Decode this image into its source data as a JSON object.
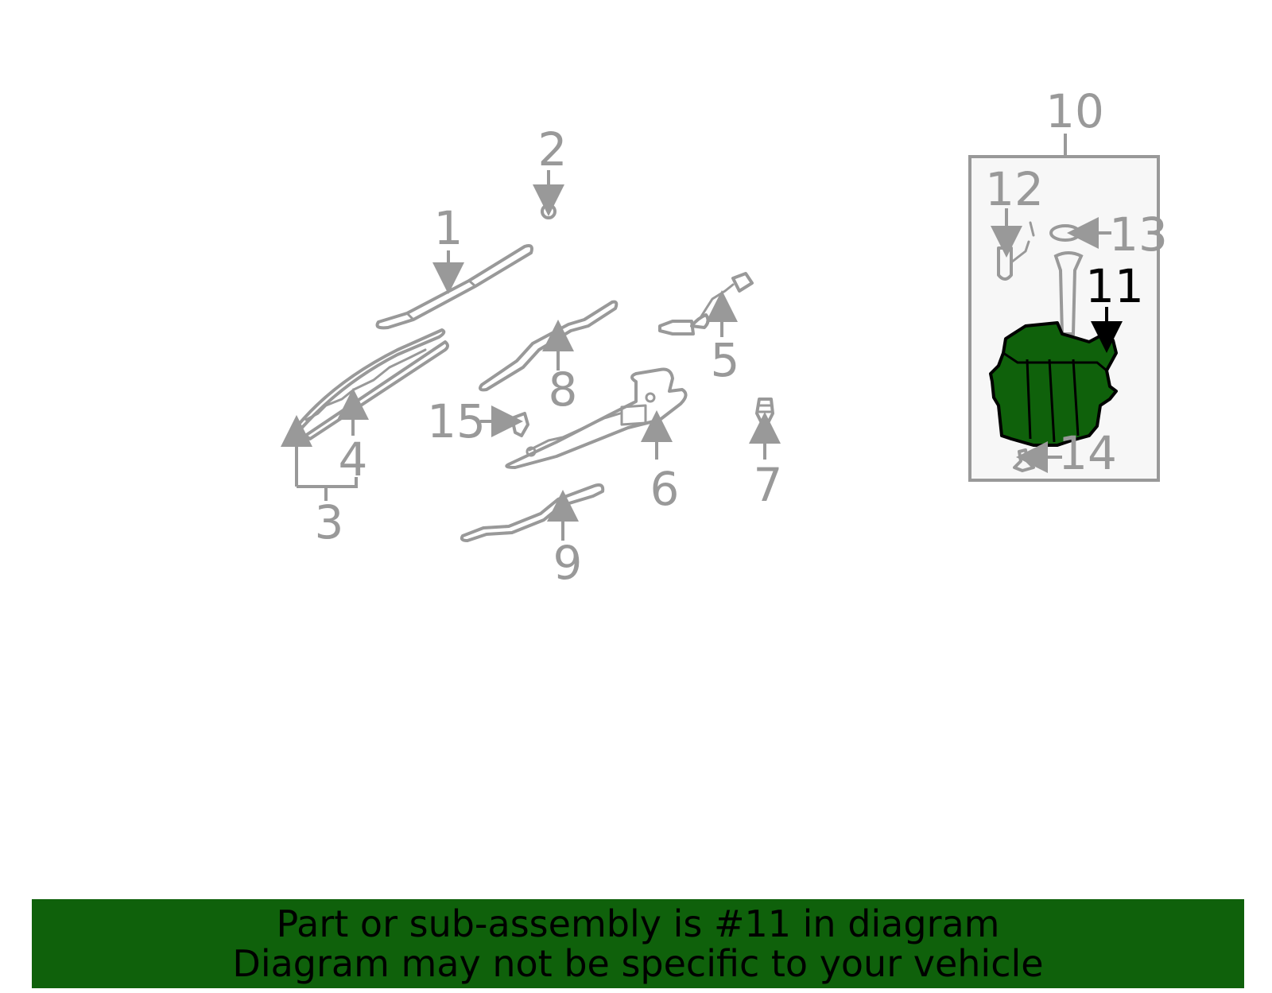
{
  "diagram": {
    "callouts": {
      "c1": "1",
      "c2": "2",
      "c3": "3",
      "c4": "4",
      "c5": "5",
      "c6": "6",
      "c7": "7",
      "c8": "8",
      "c9": "9",
      "c10": "10",
      "c11": "11",
      "c12": "12",
      "c13": "13",
      "c14": "14",
      "c15": "15"
    },
    "highlight_color": "#0f610b",
    "part_stroke_color": "#999999",
    "inset_fill_color": "#f7f7f7"
  },
  "banner": {
    "line1": "Part or sub-assembly is #11 in diagram",
    "line2": "Diagram may not be specific to your vehicle",
    "background": "#0f610b"
  }
}
